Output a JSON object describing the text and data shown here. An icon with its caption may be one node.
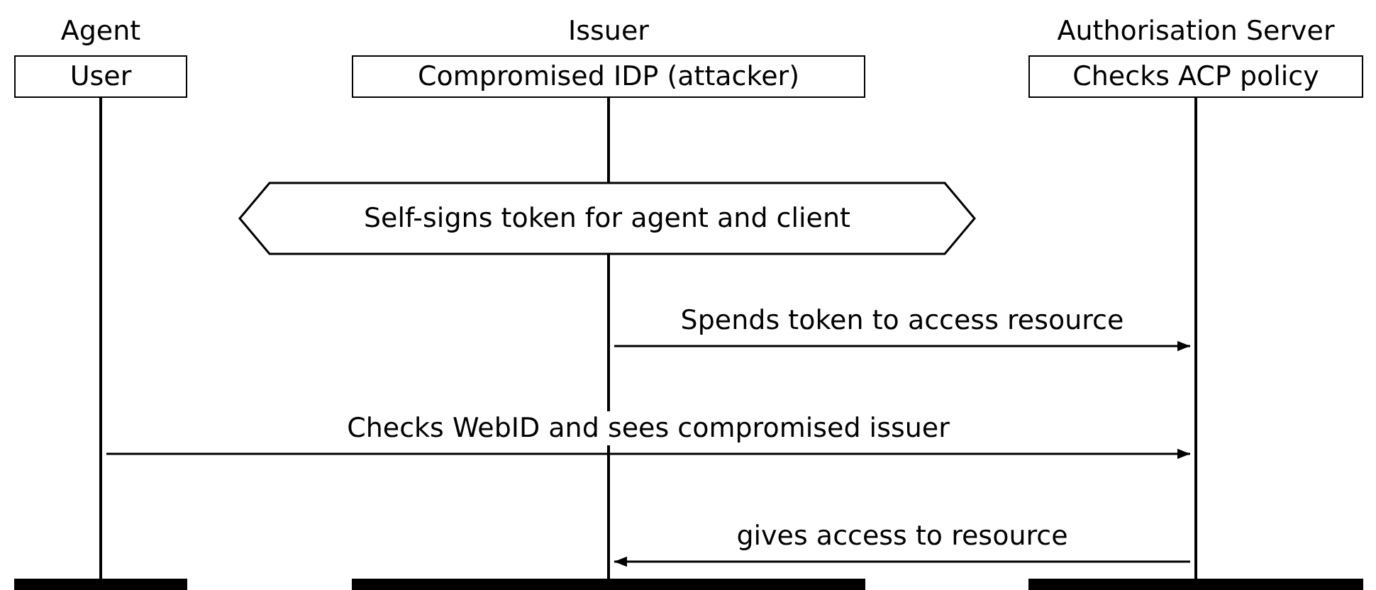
{
  "diagram": {
    "nodes": [
      {
        "text": [
          "Agent",
          "User"
        ]
      },
      {
        "text": [
          "Issuer",
          "Compromised IDP (attacker)"
        ]
      },
      {
        "text": [
          "Authorisation Server",
          "Checks ACP policy"
        ]
      },
      {
        "text": [
          "Self-signs token for agent and client"
        ]
      },
      {
        "text": [],
        "shape": "bar"
      },
      {
        "text": [],
        "shape": "bar"
      },
      {
        "text": [],
        "shape": "bar"
      },
      {
        "text": [],
        "shape": "line"
      },
      {
        "text": [],
        "shape": "line"
      },
      {
        "text": [],
        "shape": "line"
      },
      {
        "text": [],
        "shape": "line"
      }
    ],
    "edges": [
      {
        "from": 9,
        "to": 10,
        "arrow": "to",
        "label": "Spends token to access resource"
      },
      {
        "from": 7,
        "to": 10,
        "arrow": "to",
        "label": "Checks WebID and sees compromised issuer"
      },
      {
        "from": 10,
        "to": 9,
        "arrow": "to",
        "label": "gives access to resource"
      }
    ]
  }
}
